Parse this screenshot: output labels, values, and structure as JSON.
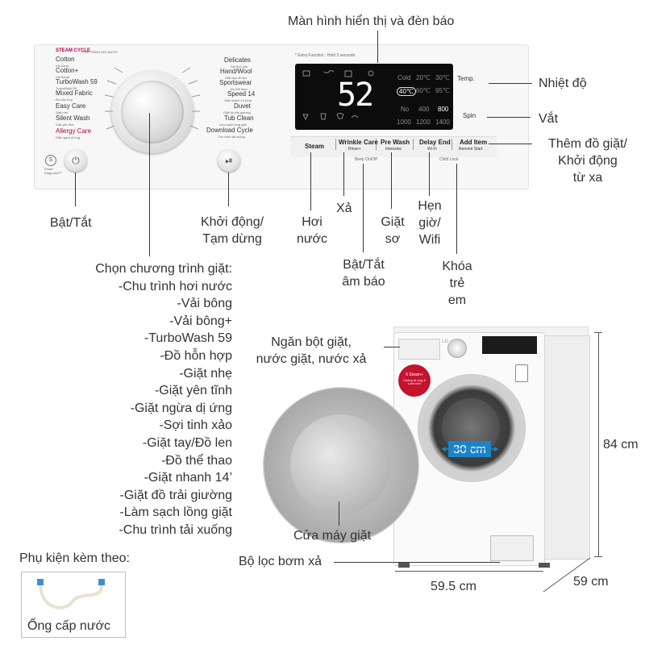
{
  "callouts": {
    "display": "Màn hình hiển thị và đèn báo",
    "temp": "Nhiệt độ",
    "spin": "Vắt",
    "add_item_1": "Thêm đồ giặt/",
    "add_item_2": "Khởi động",
    "add_item_3": "từ xa",
    "power": "Bật/Tắt",
    "start_1": "Khởi động/",
    "start_2": "Tạm dừng",
    "steam_1": "Hơi",
    "steam_2": "nước",
    "rinse": "Xả",
    "prewash_1": "Giặt",
    "prewash_2": "sơ",
    "delay_1": "Hẹn",
    "delay_2": "giờ/",
    "delay_3": "Wifi",
    "beep_1": "Bật/Tắt",
    "beep_2": "âm báo",
    "childlock_1": "Khóa",
    "childlock_2": "trẻ",
    "childlock_3": "em",
    "program_title": "Chọn chương trình giặt:",
    "program_list": [
      "-Chu trình hơi nước",
      "-Vải bông",
      "-Vải bông+",
      "-TurboWash 59",
      "-Đồ hỗn hợp",
      "-Giặt nhẹ",
      "-Giặt yên tĩnh",
      "-Giặt ngừa dị ứng",
      "-Sợi tinh xảo",
      "-Giặt tay/Đồ len",
      "-Đồ thể thao",
      "-Giặt nhanh 14’",
      "-Giặt đồ trải giường",
      "-Làm sạch lồng giặt",
      "-Chu trình tải xuống"
    ],
    "detergent_1": "Ngăn bột giặt,",
    "detergent_2": "nước giặt, nước xả",
    "door": "Cửa máy giặt",
    "filter": "Bộ lọc bơm xả",
    "accessories": "Phụ kiện kèm theo:",
    "hose": "Ống cấp nước"
  },
  "dimensions": {
    "height": "84 cm",
    "width": "59.5 cm",
    "depth": "59 cm",
    "drum": "30 cm"
  },
  "panel": {
    "steam_cycle_label": "STEAM CYCLE",
    "steam_cycle_sub": "CHU TRÌNH HƠI NƯỚC",
    "left_programs": [
      "Cotton",
      "Cotton+",
      "TurboWash 59",
      "Mixed Fabric",
      "Easy Care",
      "Silent Wash",
      "Allergy Care"
    ],
    "left_programs_sub": [
      "Vải bông",
      "Vải bông+",
      "TurboWash 59",
      "Đồ hỗn hợp",
      "Giặt nhẹ",
      "Giặt yên tĩnh",
      "Giặt ngừa dị ứng"
    ],
    "right_programs": [
      "Delicates",
      "Hand/Wool",
      "Sportswear",
      "Speed 14",
      "Duvet",
      "Tub Clean",
      "Download Cycle"
    ],
    "right_programs_sub": [
      "Sợi tinh xảo",
      "Giặt tay/ đồ len",
      "Đồ thể thao",
      "Giặt nhanh 14 phút",
      "Giặt đồ trải giường",
      "Làm sạch lồng giặt",
      "Chu trình tải xuống"
    ],
    "smart_diagnosis": "Smart Diagnosis™",
    "extra_function": "* Extra Function : Hold 3 seconds",
    "display_digits": "52",
    "temp_values": [
      "Cold",
      "20℃",
      "30℃",
      "40℃",
      "60℃",
      "95℃"
    ],
    "temp_selected": "40℃",
    "spin_values": [
      "No",
      "400",
      "800",
      "1000",
      "1200",
      "1400"
    ],
    "spin_selected": "800",
    "temp_button": "Temp.",
    "spin_button": "Spin",
    "bottom_buttons": [
      "Steam",
      "Wrinkle Care",
      "Pre Wash",
      "Delay End",
      "Add Item"
    ],
    "bottom_subs": [
      "",
      "Rinse+",
      "Intensive",
      "Wi-Fi",
      "Remote Start"
    ],
    "beep_note": "Beep On/Off",
    "childlock_note": "Child Lock"
  },
  "washer": {
    "brand": "LG",
    "badge_title": "6 Steam+",
    "badge_sub": "Chống dị ứng & Làm mới"
  },
  "colors": {
    "accent_blue": "#1c84c6",
    "badge_red": "#c4122f",
    "program_red": "#b3004d",
    "leader_line": "#3a3a3a"
  }
}
